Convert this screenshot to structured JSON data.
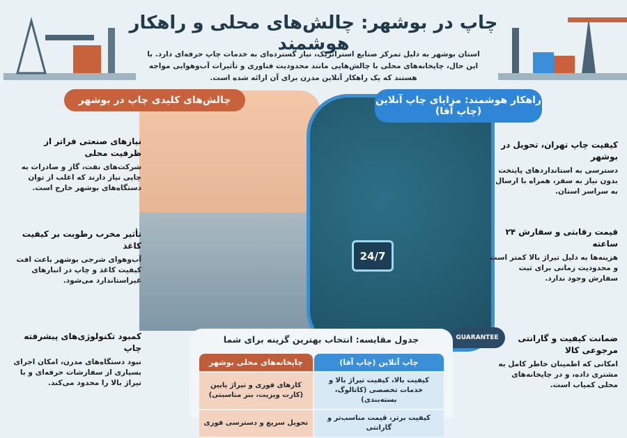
{
  "header": {
    "title": "چاپ در بوشهر: چالش‌های محلی و راهکار هوشمند",
    "intro": "استان بوشهر به دلیل تمرکز صنایع استراتژیک، نیاز گسترده‌ای به خدمات چاپ حرفه‌ای دارد. با این حال، چاپخانه‌های محلی با چالش‌هایی مانند محدودیت فناوری و تأثیرات آب‌وهوایی مواجه هستند که یک راهکار آنلاین مدرن برای آن ارائه شده است."
  },
  "challenges": {
    "heading": "چالش‌های کلیدی چاپ در بوشهر",
    "items": [
      {
        "title": "نیازهای صنعتی فراتر از ظرفیت محلی",
        "text": "شرکت‌های نفت، گاز و صادرات به چاپی نیاز دارند که اغلب از توان دستگاه‌های بوشهر خارج است."
      },
      {
        "title": "تأثیر مخرب رطوبت بر کیفیت کاغذ",
        "text": "آب‌وهوای شرجی بوشهر باعث افت کیفیت کاغذ و چاپ در انبارهای غیراستاندارد می‌شود."
      },
      {
        "title": "کمبود تکنولوژی‌های پیشرفته چاپ",
        "text": "نبود دستگاه‌های مدرن، امکان اجرای بسیاری از سفارشات حرفه‌ای و با تیراژ بالا را محدود می‌کند."
      }
    ]
  },
  "solution": {
    "heading": "راهکار هوشمند: مزایای چاپ آنلاین (چاپ آقا)",
    "items": [
      {
        "title": "کیفیت چاپ تهران، تحویل در بوشهر",
        "text": "دسترسی به استانداردهای پایتخت بدون نیاز به سفر، همراه با ارسال به سراسر استان."
      },
      {
        "title": "قیمت رقابتی و سفارش ۲۴ ساعته",
        "text": "هزینه‌ها به دلیل تیراژ بالا کمتر است و محدودیت زمانی برای ثبت سفارش وجود ندارد."
      },
      {
        "title": "ضمانت کیفیت و گارانتی مرجوعی کالا",
        "text": "امکانی که اطمینان خاطر کامل به مشتری داده، و در چاپخانه‌های محلی کمیاب است."
      }
    ],
    "badge_247": "24/7",
    "guarantee_label": "GUARANTEE"
  },
  "comparison": {
    "title": "جدول مقایسه: انتخاب بهترین گزینه برای شما",
    "headers": {
      "online": "چاپ آنلاین (چاپ آقا)",
      "local": "چاپخانه‌های محلی بوشهر"
    },
    "rows": [
      {
        "online": "کیفیت بالا، کیفیت تیراژ بالا و خدمات تخصصی (کاتالوگ، بسته‌بندی)",
        "local": "کارهای فوری و تیراژ پایین (کارت ویزیت، بنر مناسبتی)"
      },
      {
        "online": "کیفیت برتر، قیمت مناسب‌تر و گارانتی",
        "local": "تحویل سریع و دسترسی فوری"
      }
    ]
  },
  "colors": {
    "orange": "#c8623d",
    "blue": "#2f86d6",
    "teal": "#1d4f63"
  }
}
